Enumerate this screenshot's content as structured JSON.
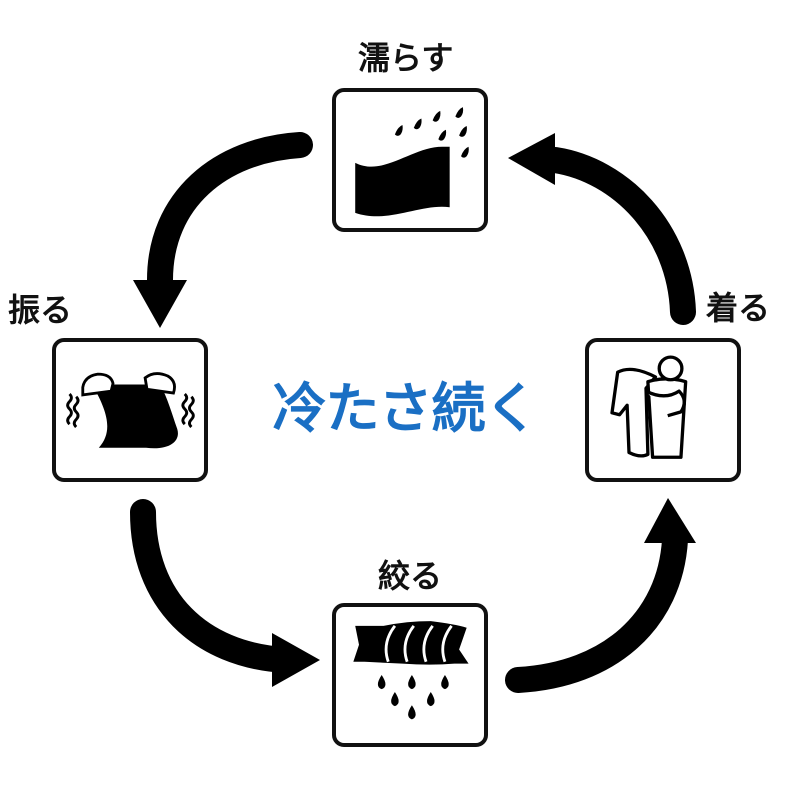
{
  "title": "冷たさ続く",
  "title_color": "#1a6fc4",
  "steps": [
    {
      "id": "wet",
      "label": "濡らす",
      "icon": "fabric-rain-icon"
    },
    {
      "id": "shake",
      "label": "振る",
      "icon": "hands-shaking-cloth-icon"
    },
    {
      "id": "wring",
      "label": "絞る",
      "icon": "wringing-drops-icon"
    },
    {
      "id": "wear",
      "label": "着る",
      "icon": "person-wearing-towel-icon"
    }
  ],
  "cycle_order": [
    "濡らす",
    "振る",
    "絞る",
    "着る"
  ]
}
